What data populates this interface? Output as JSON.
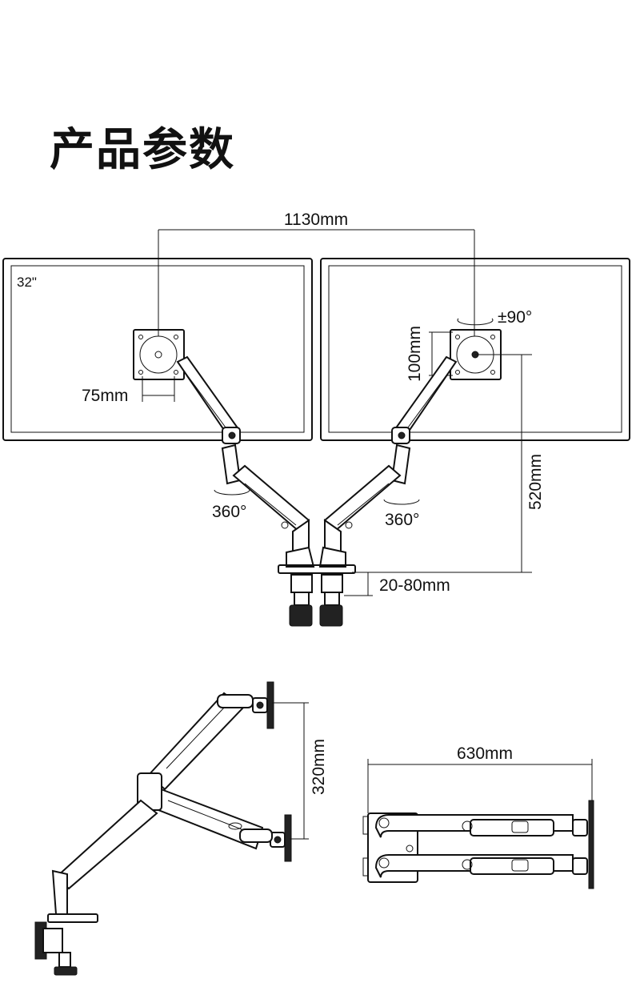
{
  "title": "产品参数",
  "labels": {
    "width_total": "1130mm",
    "screen_size": "32\"",
    "vesa_small": "75mm",
    "vesa_large": "100mm",
    "tilt": "±90°",
    "swivel_left": "360°",
    "swivel_right": "360°",
    "height": "520mm",
    "clamp_range": "20-80mm",
    "side_height": "320mm",
    "top_width": "630mm"
  }
}
